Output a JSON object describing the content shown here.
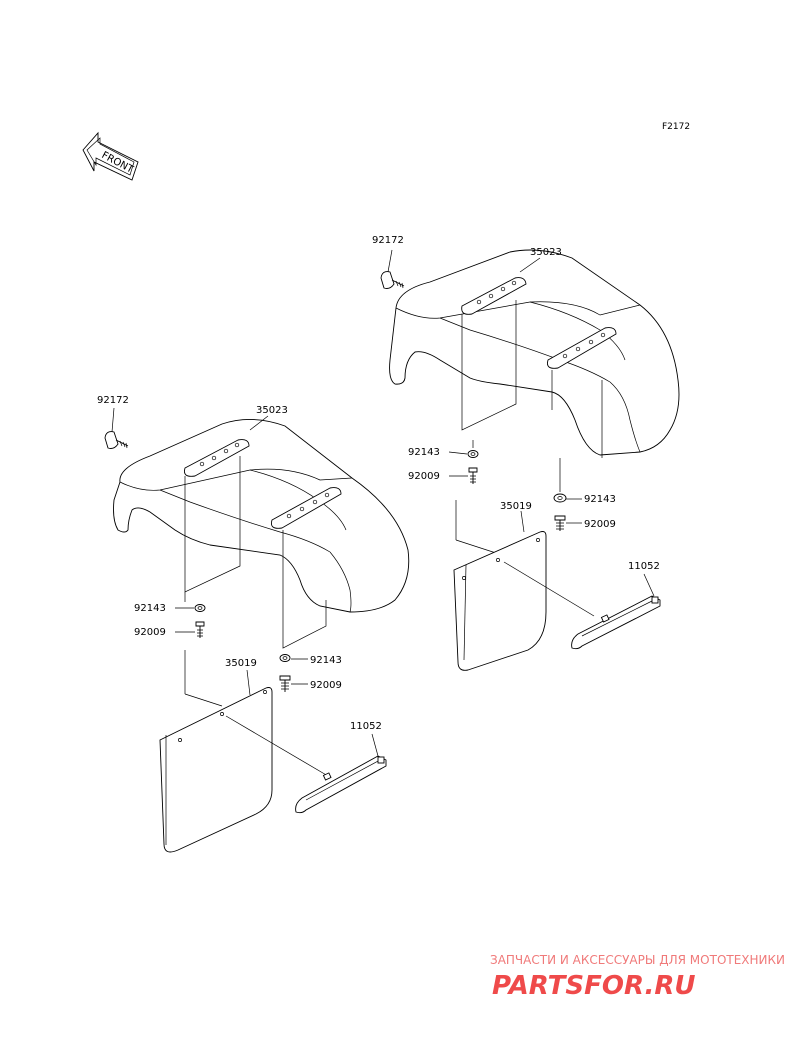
{
  "diagram_code": "F2172",
  "front_label": "FRONT",
  "labels": {
    "right_bolt_top": "92172",
    "right_fender": "35023",
    "right_washer_a": "92143",
    "right_bolt_a": "92009",
    "right_washer_b": "92143",
    "right_bolt_b": "92009",
    "right_flap": "35019",
    "right_bracket": "11052",
    "left_bolt_top": "92172",
    "left_fender": "35023",
    "left_washer_a": "92143",
    "left_bolt_a": "92009",
    "left_washer_b": "92143",
    "left_bolt_b": "92009",
    "left_flap": "35019",
    "left_bracket": "11052"
  },
  "watermark": {
    "tagline": "ЗАПЧАСТИ И АКСЕССУАРЫ ДЛЯ МОТОТЕХНИКИ",
    "brand": "PARTSFOR.RU"
  }
}
